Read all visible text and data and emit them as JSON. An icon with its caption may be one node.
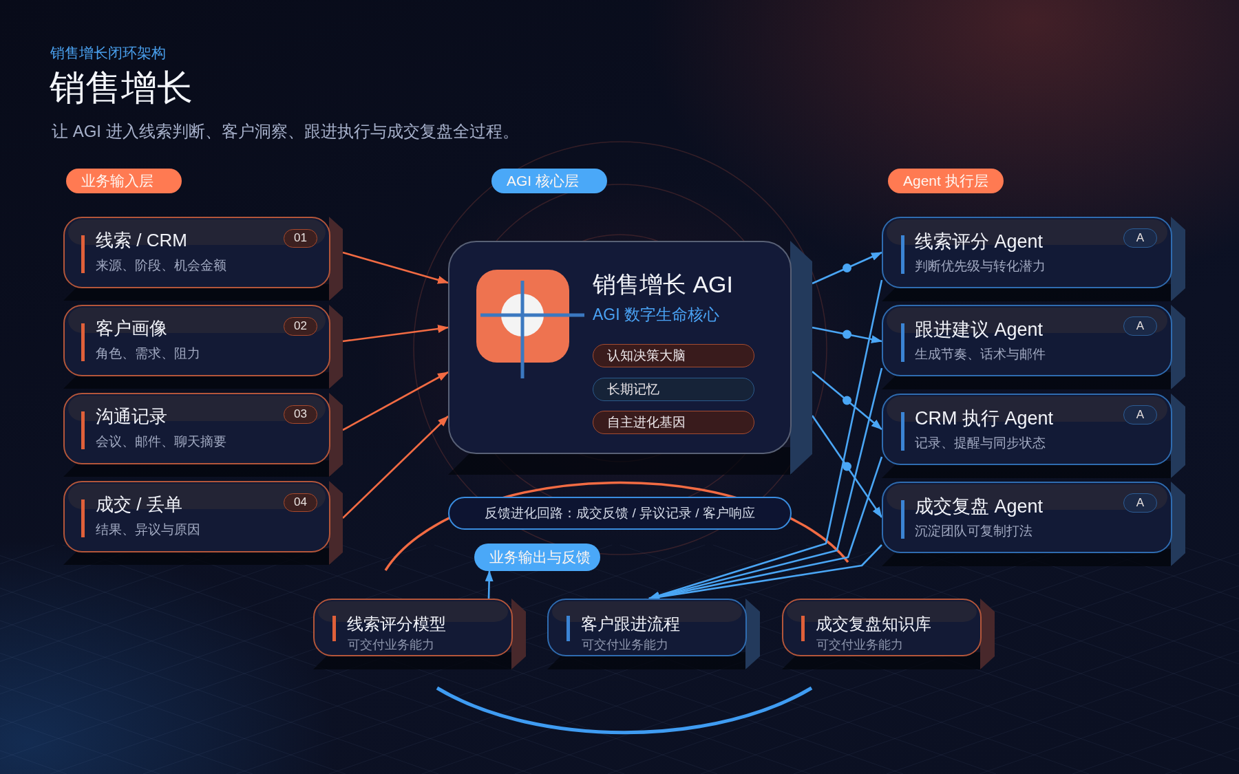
{
  "diagram": {
    "title": "销售增长",
    "nodes": [
      {
        "text": [
          "业务输入层"
        ]
      },
      {
        "text": [
          "AGI 核心层"
        ]
      },
      {
        "text": [
          "Agent 执行层"
        ]
      },
      {
        "text": [
          "线索 / CRM",
          "来源、阶段、机会金额"
        ]
      },
      {
        "text": [
          "01"
        ],
        "in": 3
      },
      {
        "text": [
          "客户画像",
          "角色、需求、阻力"
        ]
      },
      {
        "text": [
          "02"
        ],
        "in": 5
      },
      {
        "text": [
          "沟通记录",
          "会议、邮件、聊天摘要"
        ]
      },
      {
        "text": [
          "03"
        ],
        "in": 7
      },
      {
        "text": [
          "成交 / 丢单",
          "结果、异议与原因"
        ]
      },
      {
        "text": [
          "04"
        ],
        "in": 9
      },
      {
        "text": [
          "销售增长 AGI",
          "AGI 数字生命核心"
        ]
      },
      {
        "text": [
          "认知决策大脑"
        ],
        "in": 11
      },
      {
        "text": [
          "长期记忆"
        ],
        "in": 11
      },
      {
        "text": [
          "自主进化基因"
        ],
        "in": 11
      },
      {
        "text": [
          "线索评分 Agent",
          "判断优先级与转化潜力"
        ]
      },
      {
        "text": [
          "A"
        ],
        "in": 15
      },
      {
        "text": [
          "跟进建议 Agent",
          "生成节奏、话术与邮件"
        ]
      },
      {
        "text": [
          "A"
        ],
        "in": 17
      },
      {
        "text": [
          "CRM 执行 Agent",
          "记录、提醒与同步状态"
        ]
      },
      {
        "text": [
          "A"
        ],
        "in": 19
      },
      {
        "text": [
          "成交复盘 Agent",
          "沉淀团队可复制打法"
        ]
      },
      {
        "text": [
          "A"
        ],
        "in": 21
      },
      {
        "text": [
          "反馈进化回路：成交反馈 / 异议记录 / 客户响应"
        ]
      },
      {
        "text": [
          "业务输出与反馈"
        ]
      },
      {
        "text": [
          "线索评分模型",
          "可交付业务能力"
        ]
      },
      {
        "text": [
          "客户跟进流程",
          "可交付业务能力"
        ]
      },
      {
        "text": [
          "成交复盘知识库",
          "可交付业务能力"
        ]
      }
    ],
    "edges": [
      {
        "from": 3,
        "to": 11,
        "arrow": "to",
        "color": "#f26b43"
      },
      {
        "from": 5,
        "to": 11,
        "arrow": "to",
        "color": "#f26b43"
      },
      {
        "from": 7,
        "to": 11,
        "arrow": "to",
        "color": "#f26b43"
      },
      {
        "from": 9,
        "to": 11,
        "arrow": "to",
        "color": "#f26b43"
      },
      {
        "from": 11,
        "to": 15,
        "arrow": "to"
      },
      {
        "from": 11,
        "to": 17,
        "arrow": "to"
      },
      {
        "from": 11,
        "to": 19,
        "arrow": "to"
      },
      {
        "from": 11,
        "to": 21,
        "arrow": "to"
      },
      {
        "from": 15,
        "to": 26,
        "arrow": "to"
      },
      {
        "from": 17,
        "to": 26,
        "arrow": "to"
      },
      {
        "from": 19,
        "to": 26,
        "arrow": "to"
      },
      {
        "from": 21,
        "to": 26,
        "arrow": "to"
      },
      {
        "from": 25,
        "to": 24,
        "arrow": "to"
      }
    ],
    "labels": [
      "销售增长闭环架构",
      "让 AGI 进入线索判断、客户洞察、跟进执行与成交复盘全过程。"
    ]
  }
}
